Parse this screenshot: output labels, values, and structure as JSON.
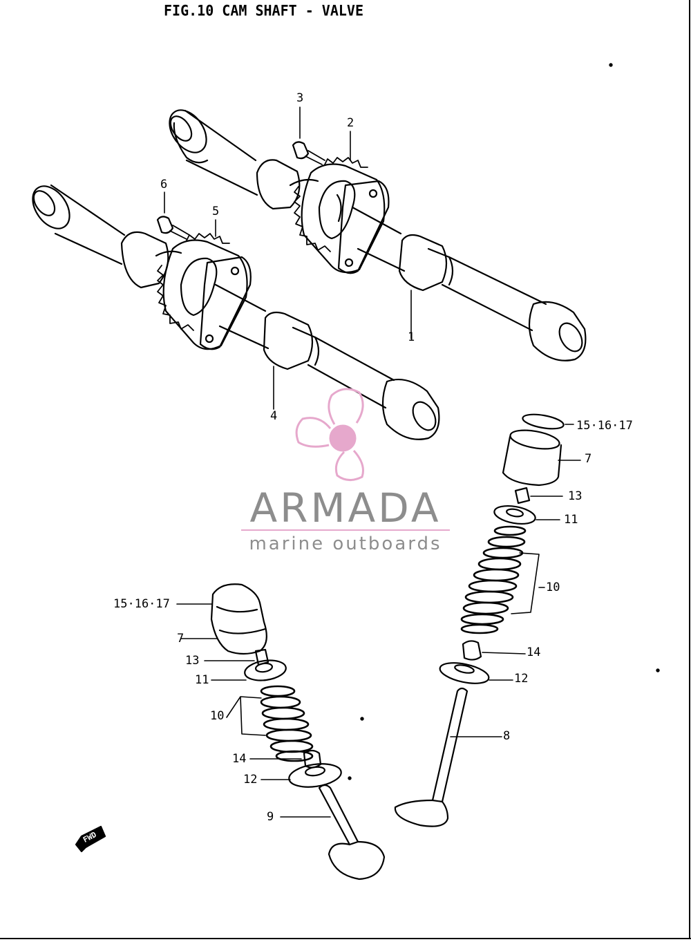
{
  "figure": {
    "title": "FIG.10  CAM SHAFT - VALVE"
  },
  "callouts": {
    "c1": "1",
    "c2": "2",
    "c3": "3",
    "c4": "4",
    "c5": "5",
    "c6": "6",
    "r_ring": "15·16·17",
    "r_bucket": "7",
    "r_cotter": "13",
    "r_retainer": "11",
    "r_spring": "10",
    "r_seal": "14",
    "r_seat": "12",
    "r_valve": "8",
    "l_ring": "15·16·17",
    "l_bucket": "7",
    "l_cotter": "13",
    "l_retainer": "11",
    "l_spring": "10",
    "l_seal": "14",
    "l_seat": "12",
    "l_valve": "9"
  },
  "fwd_label": "FWD",
  "watermark": {
    "brand": "ARMADA",
    "tagline": "marine outboards",
    "accent_color": "#e6a8cc",
    "text_color": "#8d8d8d"
  }
}
